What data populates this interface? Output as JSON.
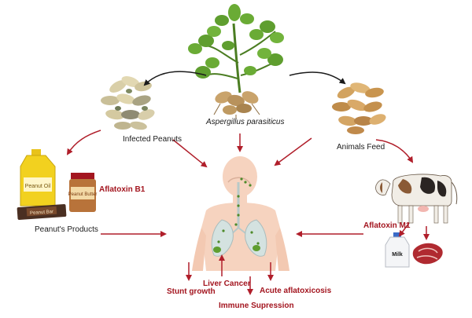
{
  "source_label": "Aspergillus parasiticus",
  "infected_label": "Infected Peanuts",
  "feed_label": "Animals Feed",
  "products_label": "Peanut's Products",
  "aflatoxin_b1": "Aflatoxin B1",
  "aflatoxin_m1": "Aflatoxin M1",
  "effects": {
    "stunt": "Stunt growth",
    "liver": "Liver Cancer",
    "immune": "Immune Supression",
    "acute": "Acute aflatoxicosis"
  },
  "product_texts": {
    "oil": "Peanut Oil",
    "butter": "Peanut Butter",
    "bar": "Peanut Bar",
    "milk": "Milk"
  },
  "colors": {
    "arrow_black": "#1a1a1a",
    "arrow_red": "#b01e2a",
    "label_red": "#a3151f",
    "leaf_green": "#5f9e2f",
    "body_skin": "#f6d3bf"
  }
}
